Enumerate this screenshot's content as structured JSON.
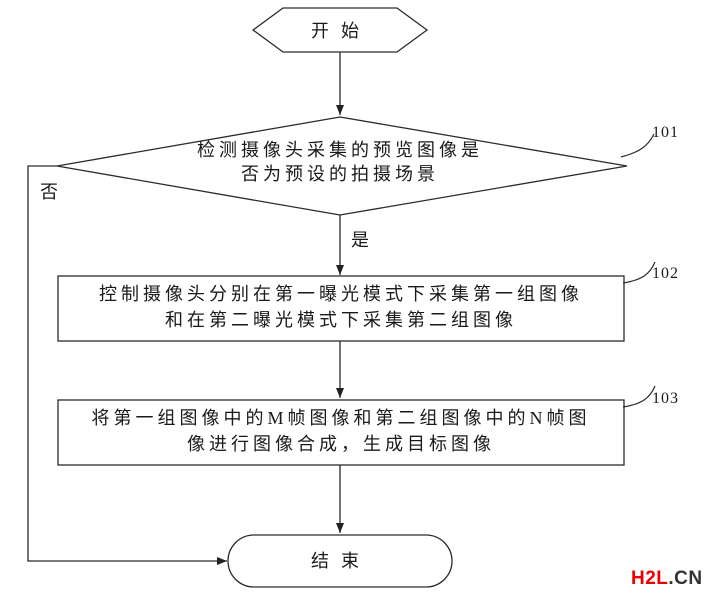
{
  "flowchart": {
    "start": {
      "label": "开始"
    },
    "decision": {
      "line1": "检测摄像头采集的预览图像是",
      "line2": "否为预设的拍摄场景",
      "ref": "101"
    },
    "edges": {
      "yes_label": "是",
      "no_label": "否"
    },
    "process1": {
      "line1": "控制摄像头分别在第一曝光模式下采集第一组图像",
      "line2": "和在第二曝光模式下采集第二组图像",
      "ref": "102"
    },
    "process2": {
      "line1": "将第一组图像中的M帧图像和第二组图像中的N帧图",
      "line2": "像进行图像合成，生成目标图像",
      "ref": "103"
    },
    "end": {
      "label": "结束"
    }
  },
  "watermark": {
    "part1": "H2L",
    "part2": ".CN",
    "color1": "#ee0000",
    "color2": "#333333"
  }
}
